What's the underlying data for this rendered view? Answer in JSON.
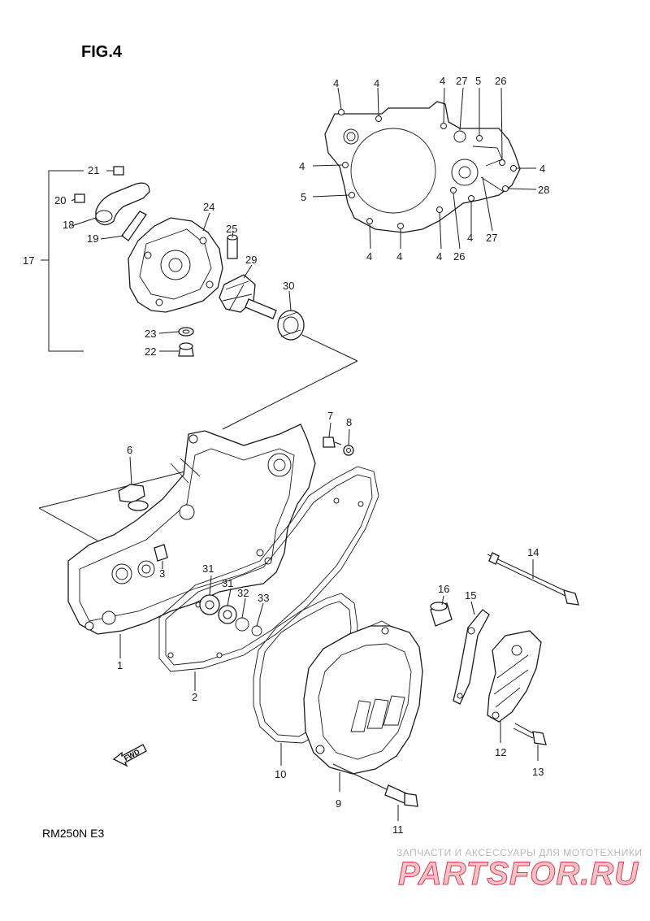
{
  "figure_title": "FIG.4",
  "model_code": "RM250N E3",
  "watermark": {
    "tagline": "ЗАПЧАСТИ И АКСЕССУАРЫ ДЛЯ МОТОТЕХНИКИ",
    "brand": "PARTSFOR.RU",
    "brand_color": "#e23a4d"
  },
  "fwd_label": "FWD",
  "callouts": {
    "c_cover_4a": "4",
    "c_cover_4b": "4",
    "c_cover_4c": "4",
    "c_cover_27a": "27",
    "c_cover_5a": "5",
    "c_cover_26a": "26",
    "c_cover_4d": "4",
    "c_cover_4e": "4",
    "c_cover_5b": "5",
    "c_cover_28": "28",
    "c_cover_27b": "27",
    "c_cover_4f": "4",
    "c_cover_4g": "4",
    "c_cover_4h": "4",
    "c_cover_4i": "4",
    "c_cover_26b": "26",
    "c_21": "21",
    "c_20": "20",
    "c_18": "18",
    "c_19": "19",
    "c_17": "17",
    "c_24": "24",
    "c_25": "25",
    "c_29": "29",
    "c_30": "30",
    "c_23": "23",
    "c_22": "22",
    "c_7": "7",
    "c_8": "8",
    "c_6": "6",
    "c_3": "3",
    "c_31a": "31",
    "c_31b": "31",
    "c_32": "32",
    "c_33": "33",
    "c_1": "1",
    "c_2": "2",
    "c_10": "10",
    "c_9": "9",
    "c_11": "11",
    "c_14": "14",
    "c_16": "16",
    "c_15": "15",
    "c_12": "12",
    "c_13": "13"
  }
}
